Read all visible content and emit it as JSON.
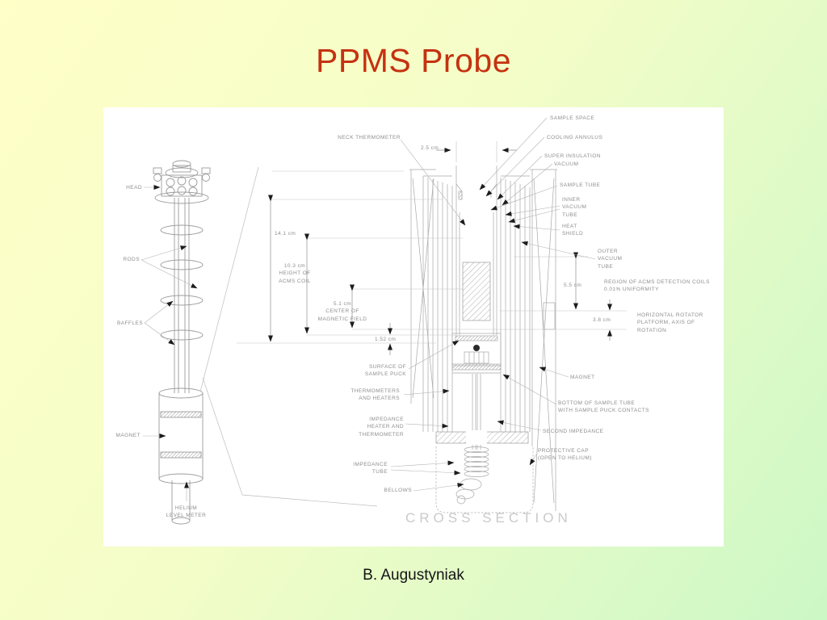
{
  "slide": {
    "title": "PPMS Probe",
    "author": "B. Augustyniak",
    "title_color": "#c53211",
    "background_top_left": "#ffffc8",
    "background_bottom_right": "#ccf8c6",
    "panel_background": "#ffffff",
    "drawing_line_color": "#a2a2a2",
    "label_color": "#8e8e8e"
  },
  "diagram": {
    "caption": "CROSS  SECTION",
    "probe_labels": {
      "head": "HEAD",
      "rods": "RODS",
      "baffles": "BAFFLES",
      "magnet": "MAGNET",
      "helium_level_meter": "HELIUM\nLEVEL METER"
    },
    "section_labels": {
      "sample_space": "SAMPLE SPACE",
      "cooling_annulus": "COOLING ANNULUS",
      "super_insulation": "SUPER INSULATION",
      "vacuum": "VACUUM",
      "sample_tube": "SAMPLE TUBE",
      "inner_vacuum_tube": "INNER\nVACUUM\nTUBE",
      "heat_shield": "HEAT\nSHIELD",
      "outer_vacuum_tube": "OUTER\nVACUUM\nTUBE",
      "region_acms": "REGION OF ACMS DETECTION COILS\n0.01% UNIFORMITY",
      "horizontal_rotator": "HORIZONTAL ROTATOR\nPLATFORM, AXIS OF\nROTATION",
      "magnet": "MAGNET",
      "bottom_sample_tube": "BOTTOM OF SAMPLE TUBE\nWITH SAMPLE PUCK CONTACTS",
      "second_impedance": "SECOND IMPEDANCE",
      "protective_cap": "PROTECTIVE CAP\n(OPEN TO HELIUM)",
      "neck_thermometer": "NECK THERMOMETER",
      "surface_sample_puck": "SURFACE OF\nSAMPLE PUCK",
      "thermometers_heaters": "THERMOMETERS\nAND HEATERS",
      "impedance_heater": "IMPEDANCE\nHEATER AND\nTHERMOMETER",
      "impedance_tube": "IMPEDANCE\nTUBE",
      "bellows": "BELLOWS"
    },
    "dimensions": {
      "neck_width": "2.5 cm",
      "coil_top": "14.1 cm",
      "acms_height": "10.3 cm\nHEIGHT OF\nACMS COIL",
      "field_center": "5.1 cm\nCENTER OF\nMAGNETIC FIELD",
      "puck_offset": "1.52 cm",
      "detection_region": "5.5 cm",
      "rotator_offset": "3.8 cm"
    }
  }
}
